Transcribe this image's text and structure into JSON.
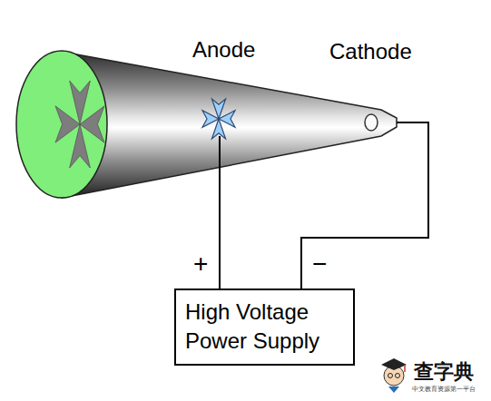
{
  "diagram": {
    "nodes": [
      {
        "text": [
          "High Voltage Power Supply"
        ]
      }
    ],
    "labels": [
      "Anode",
      "Cathode",
      "+",
      "−",
      "查字典",
      "中文教育资源第一平台"
    ]
  }
}
